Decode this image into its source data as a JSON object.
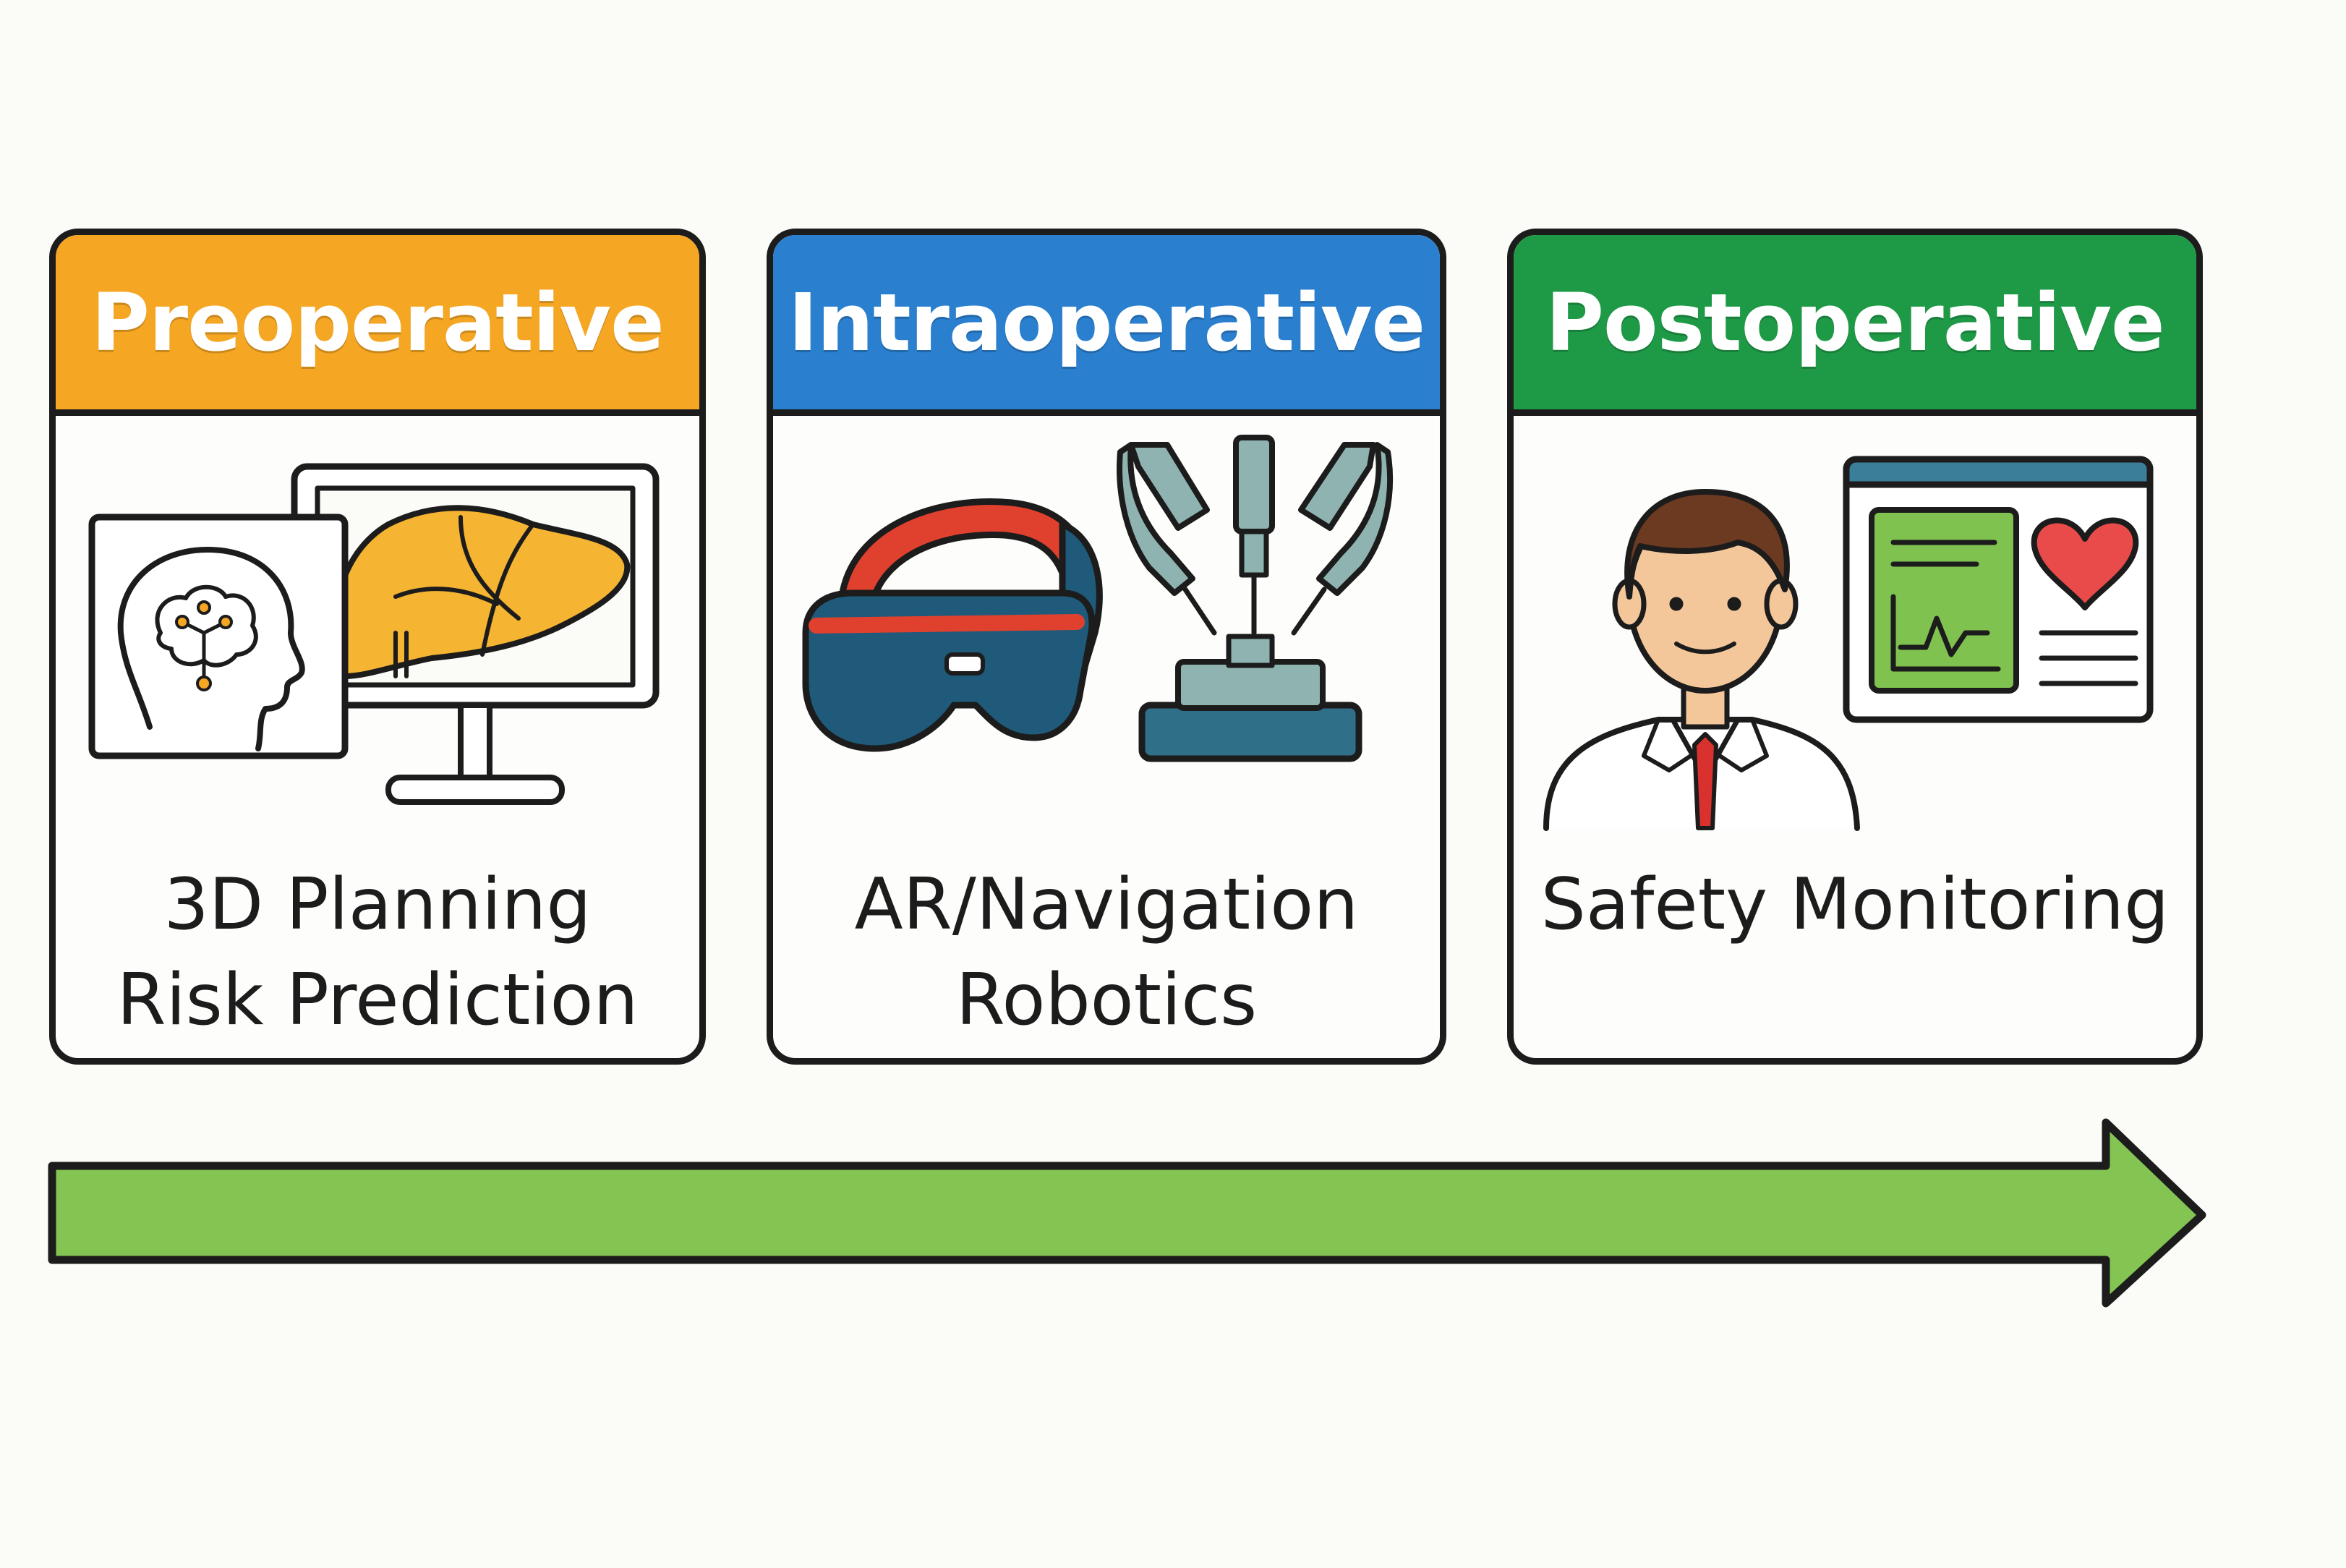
{
  "phases": [
    {
      "title": "Preoperative",
      "color": "#f5a623",
      "lines": [
        "3D Planning",
        "Risk Prediction"
      ],
      "icons": [
        "brain-head-icon",
        "liver-monitor-icon"
      ]
    },
    {
      "title": "Intraoperative",
      "color": "#2a7fcf",
      "lines": [
        "AR/Navigation",
        "Robotics"
      ],
      "icons": [
        "vr-headset-icon",
        "surgical-robot-icon"
      ]
    },
    {
      "title": "Postoperative",
      "color": "#1e9a47",
      "lines": [
        "Safety Monitoring"
      ],
      "icons": [
        "doctor-icon",
        "health-dashboard-icon"
      ]
    }
  ],
  "arrow": {
    "color": "#84c452",
    "direction": "right"
  }
}
